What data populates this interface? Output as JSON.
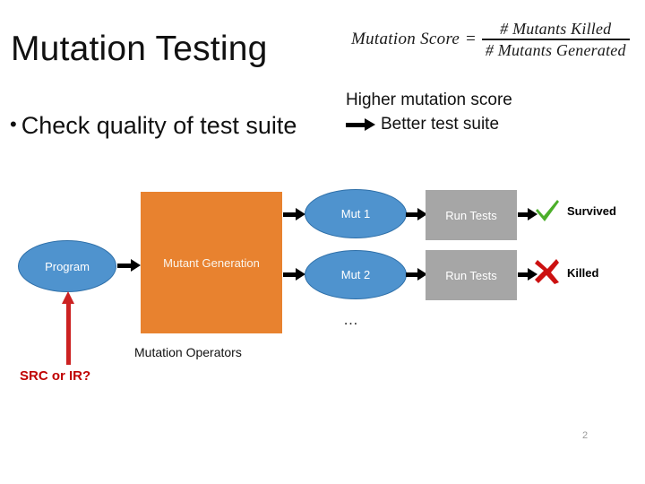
{
  "slide": {
    "title": "Mutation Testing",
    "page_number": "2",
    "background_color": "#FFFFFF"
  },
  "formula": {
    "left_hand_side": "Mutation Score",
    "equals": "=",
    "numerator": "# Mutants Killed",
    "denominator": "# Mutants Generated"
  },
  "bullets": [
    {
      "marker": "•",
      "text": "Check quality of test suite"
    }
  ],
  "implication": {
    "line1": "Higher mutation score",
    "arrow_icon": "right-arrow-icon",
    "line2": "Better test suite"
  },
  "diagram": {
    "nodes": {
      "program": {
        "label": "Program",
        "shape": "ellipse",
        "fill": "#4F93CE",
        "stroke": "#2E6FA8",
        "text_color": "#FFFFFF"
      },
      "mutant_generation": {
        "label": "Mutant Generation",
        "shape": "rectangle",
        "fill": "#E8822F",
        "text_color": "#FAF6EE"
      },
      "mut1": {
        "label": "Mut 1",
        "shape": "ellipse",
        "fill": "#4F93CE",
        "stroke": "#2E6FA8",
        "text_color": "#FFFFFF"
      },
      "mut2": {
        "label": "Mut 2",
        "shape": "ellipse",
        "fill": "#4F93CE",
        "stroke": "#2E6FA8",
        "text_color": "#FFFFFF"
      },
      "run_tests_1": {
        "label": "Run Tests",
        "shape": "rectangle",
        "fill": "#A6A6A6",
        "text_color": "#FFFFFF"
      },
      "run_tests_2": {
        "label": "Run Tests",
        "shape": "rectangle",
        "fill": "#A6A6A6",
        "text_color": "#FFFFFF"
      }
    },
    "results": [
      {
        "icon": "check-icon",
        "icon_color": "#4CAF2A",
        "label": "Survived"
      },
      {
        "icon": "cross-icon",
        "icon_color": "#CC1111",
        "label": "Killed"
      }
    ],
    "ellipsis": "…",
    "captions": {
      "mutation_operators": "Mutation Operators",
      "src_or_ir": "SRC or IR?",
      "src_or_ir_color": "#C00000"
    }
  }
}
